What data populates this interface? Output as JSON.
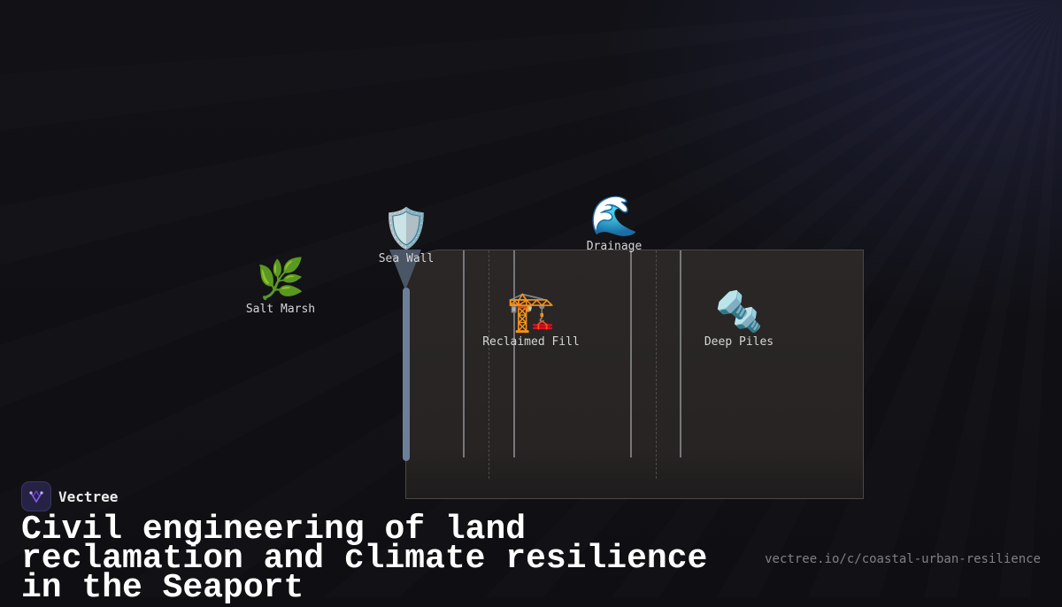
{
  "diagram": {
    "nodes": [
      {
        "id": "salt-marsh",
        "label": "Salt Marsh",
        "icon": "herb-icon",
        "glyph": "🌿"
      },
      {
        "id": "sea-wall",
        "label": "Sea Wall",
        "icon": "shield-icon",
        "glyph": "🛡️"
      },
      {
        "id": "drainage",
        "label": "Drainage",
        "icon": "wave-icon",
        "glyph": "🌊"
      },
      {
        "id": "reclaimed-fill",
        "label": "Reclaimed Fill",
        "icon": "crane-icon",
        "glyph": "🏗️"
      },
      {
        "id": "deep-piles",
        "label": "Deep Piles",
        "icon": "nut-and-bolt-icon",
        "glyph": "🔩"
      }
    ],
    "colors": {
      "fill_block": "#2a2726",
      "sea_wall": "#6c7f98",
      "piles": "#76767c",
      "background": "#0f0f13"
    }
  },
  "brand": {
    "name": "Vectree",
    "icon": "vectree-logo-icon"
  },
  "title": "Civil engineering of land reclamation and climate resilience in the Seaport",
  "url": "vectree.io/c/coastal-urban-resilience"
}
